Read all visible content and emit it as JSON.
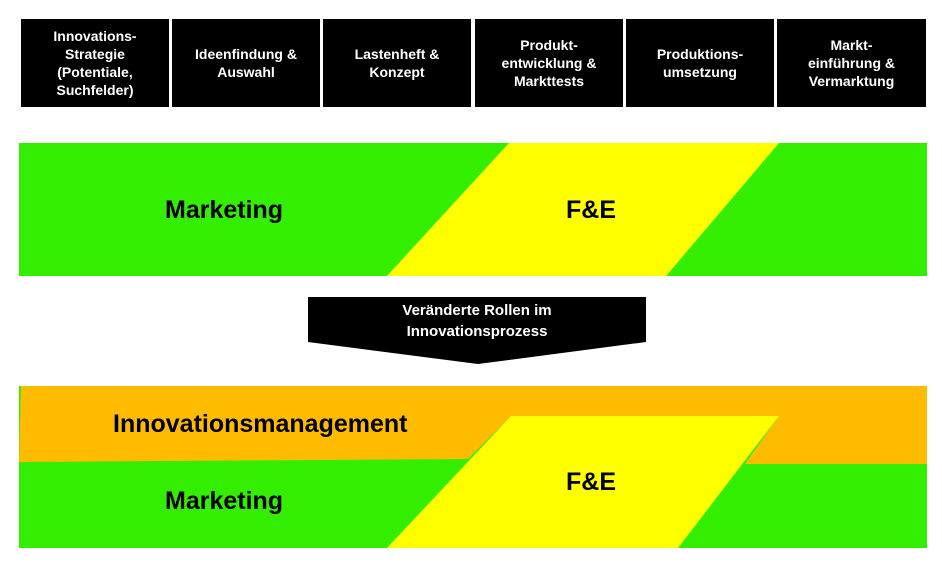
{
  "phases": [
    "Innovations-\nStrategie\n(Potentiale,\nSuchfelder)",
    "Ideenfindung &\nAuswahl",
    "Lastenheft &\nKonzept",
    "Produkt-\nentwicklung &\nMarkttests",
    "Produktions-\numsetzung",
    "Markt-\neinführung &\nVermarktung"
  ],
  "top_band": {
    "marketing": "Marketing",
    "fe": "F&E"
  },
  "arrow": {
    "text": "Veränderte Rollen im\nInnovationsprozess"
  },
  "bottom_band": {
    "innovationsmanagement": "Innovationsmanagement",
    "marketing": "Marketing",
    "fe": "F&E"
  },
  "colors": {
    "green": "#33ee00",
    "yellow": "#ffff00",
    "orange": "#ffbb00",
    "black": "#000000"
  }
}
